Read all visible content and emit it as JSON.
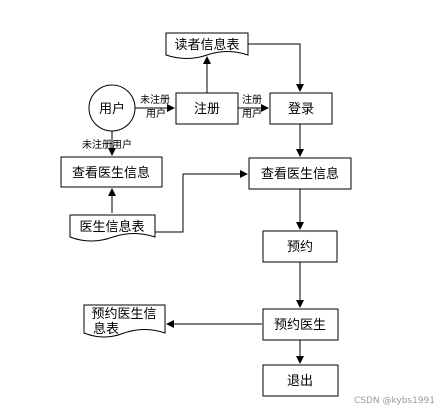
{
  "nodes": {
    "reader_table": "读者信息表",
    "user": "用户",
    "register": "注册",
    "login": "登录",
    "view_doctor_left": "查看医生信息",
    "view_doctor_main": "查看医生信息",
    "doctor_table": "医生信息表",
    "reserve": "预约",
    "reserve_doctor": "预约医生",
    "reservation_table_line1": "预约医生信",
    "reservation_table_line2": "息表",
    "logout": "退出"
  },
  "edges": {
    "user_to_register_line1": "未注册",
    "user_to_register_line2": "用户",
    "register_to_login_line1": "注册",
    "register_to_login_line2": "用户",
    "user_to_view_left": "未注册用户"
  },
  "watermark": "CSDN @kybs1991",
  "colors": {
    "stroke": "#000000",
    "fill": "#ffffff",
    "watermark": "#9a9a9a"
  }
}
